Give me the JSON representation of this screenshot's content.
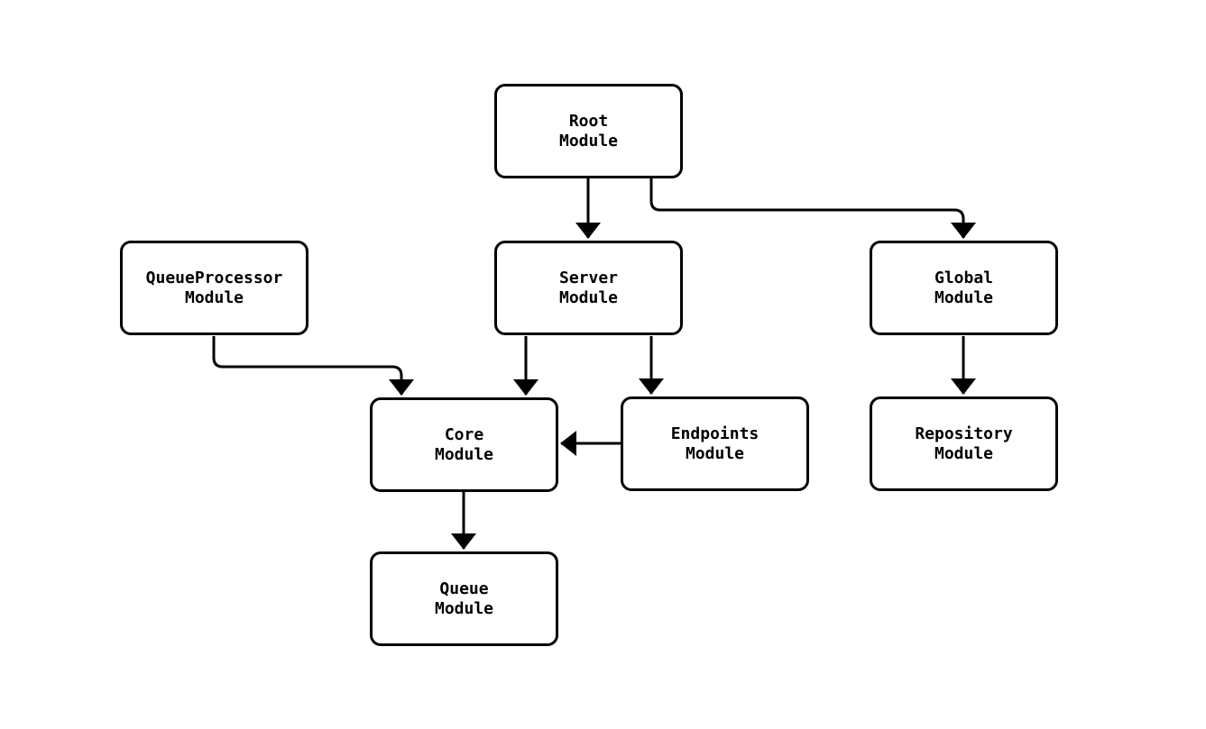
{
  "diagram": {
    "type": "module-dependency-flowchart",
    "colors": {
      "background": "#ffffff",
      "node_fill": "#ffffff",
      "node_border": "#000000",
      "edge_stroke": "#000000",
      "text": "#000000"
    },
    "nodes": {
      "root": {
        "label": "Root\nModule"
      },
      "queueprocessor": {
        "label": "QueueProcessor\nModule"
      },
      "server": {
        "label": "Server\nModule"
      },
      "global": {
        "label": "Global\nModule"
      },
      "core": {
        "label": "Core\nModule"
      },
      "endpoints": {
        "label": "Endpoints\nModule"
      },
      "repository": {
        "label": "Repository\nModule"
      },
      "queue": {
        "label": "Queue\nModule"
      }
    },
    "edges": [
      {
        "from": "root",
        "to": "server"
      },
      {
        "from": "root",
        "to": "global"
      },
      {
        "from": "queueprocessor",
        "to": "core"
      },
      {
        "from": "server",
        "to": "core"
      },
      {
        "from": "server",
        "to": "endpoints"
      },
      {
        "from": "endpoints",
        "to": "core"
      },
      {
        "from": "global",
        "to": "repository"
      },
      {
        "from": "core",
        "to": "queue"
      }
    ]
  }
}
